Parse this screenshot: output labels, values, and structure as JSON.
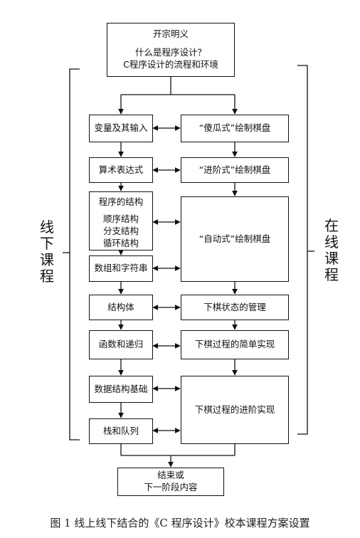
{
  "top_box": {
    "title": "开宗明义",
    "line1": "什么是程序设计？",
    "line2": "C程序设计的流程和环境"
  },
  "offline_course": [
    {
      "id": "variables",
      "label": "变量及其输入"
    },
    {
      "id": "arith",
      "label": "算术表达式"
    },
    {
      "id": "structure",
      "label": "程序的结构",
      "sub": [
        "顺序结构",
        "分支结构",
        "循环结构"
      ]
    },
    {
      "id": "arrays",
      "label": "数组和字符串"
    },
    {
      "id": "struct",
      "label": "结构体"
    },
    {
      "id": "functions",
      "label": "函数和递归"
    },
    {
      "id": "datastruct",
      "label": "数据结构基础"
    },
    {
      "id": "stackqueue",
      "label": "栈和队列"
    }
  ],
  "online_course": [
    {
      "id": "foolish",
      "label": "“傻瓜式”绘制棋盘"
    },
    {
      "id": "stepped",
      "label": "“进阶式”绘制棋盘"
    },
    {
      "id": "auto",
      "label": "“自动式”绘制棋盘"
    },
    {
      "id": "state",
      "label": "下棋状态的管理"
    },
    {
      "id": "simple",
      "label": "下棋过程的简单实现"
    },
    {
      "id": "advanced",
      "label": "下棋过程的进阶实现"
    }
  ],
  "end_box": {
    "line1": "结束或",
    "line2": "下一阶段内容"
  },
  "side_labels": {
    "left": [
      "线",
      "下",
      "课",
      "程"
    ],
    "right": [
      "在",
      "线",
      "课",
      "程"
    ]
  },
  "caption": "图 1  线上线下结合的《C 程序设计》校本课程方案设置"
}
